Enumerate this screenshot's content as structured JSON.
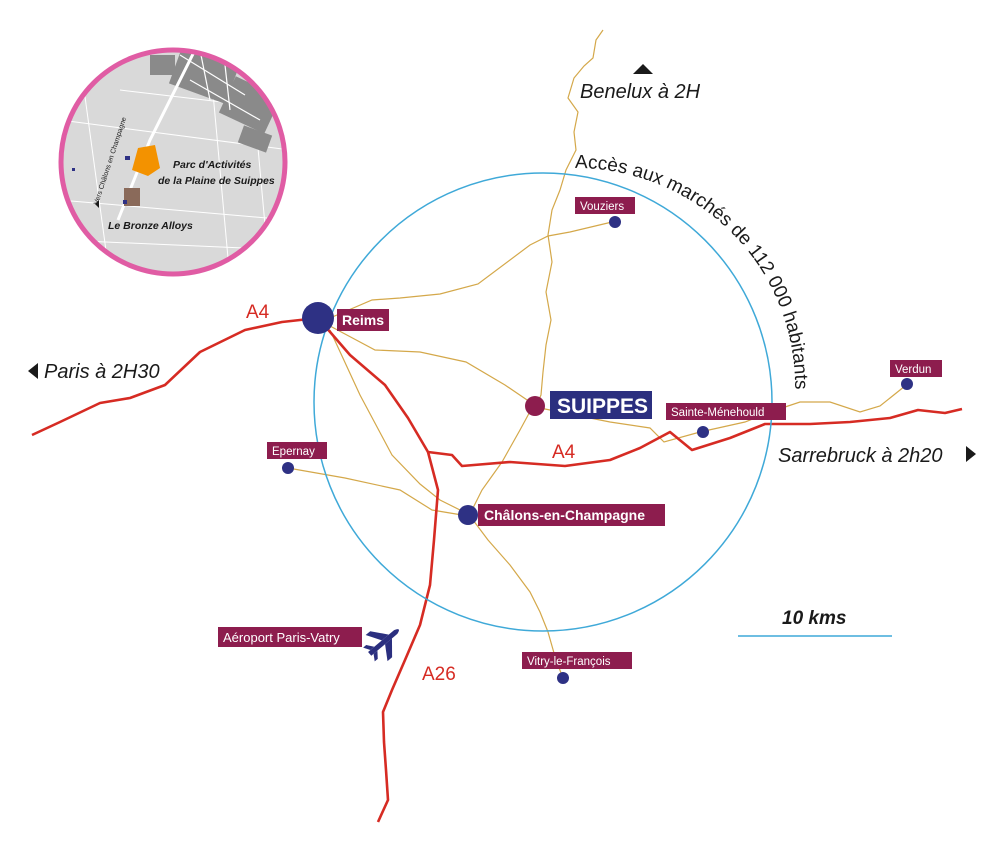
{
  "colors": {
    "highway": "#d62b23",
    "secondary_road": "#d4a84a",
    "radius_circle": "#3fa9d8",
    "city_dot": "#2e3184",
    "label_background": "#8d1d4e",
    "main_label_background": "#2b2f7f",
    "suippes_dot": "#8d1d4e",
    "inset_border": "#e05ca4",
    "inset_zone": "#f39200"
  },
  "main_site": {
    "label": "SUIPPES"
  },
  "cities": {
    "reims": "Reims",
    "chalons": "Châlons-en-Champagne",
    "vouziers": "Vouziers",
    "epernay": "Epernay",
    "sainte_menehould": "Sainte-Ménehould",
    "verdun": "Verdun",
    "vitry": "Vitry-le-François"
  },
  "airport": {
    "label": "Aéroport Paris-Vatry",
    "icon": "airplane-icon"
  },
  "highways": {
    "a4_west": "A4",
    "a4_east": "A4",
    "a26": "A26"
  },
  "destinations": {
    "paris": "Paris à 2H30",
    "benelux": "Benelux à 2H",
    "sarrebruck": "Sarrebruck à 2h20"
  },
  "market_access": "Accès aux marchés de 112 000 habitants",
  "scale": {
    "label": "10 kms"
  },
  "inset": {
    "zone_label_1": "Parc d'Activités",
    "zone_label_2": "de la Plaine de Suippes",
    "company_label": "Le Bronze Alloys",
    "road_label": "Vers Châlons en Champagne"
  }
}
